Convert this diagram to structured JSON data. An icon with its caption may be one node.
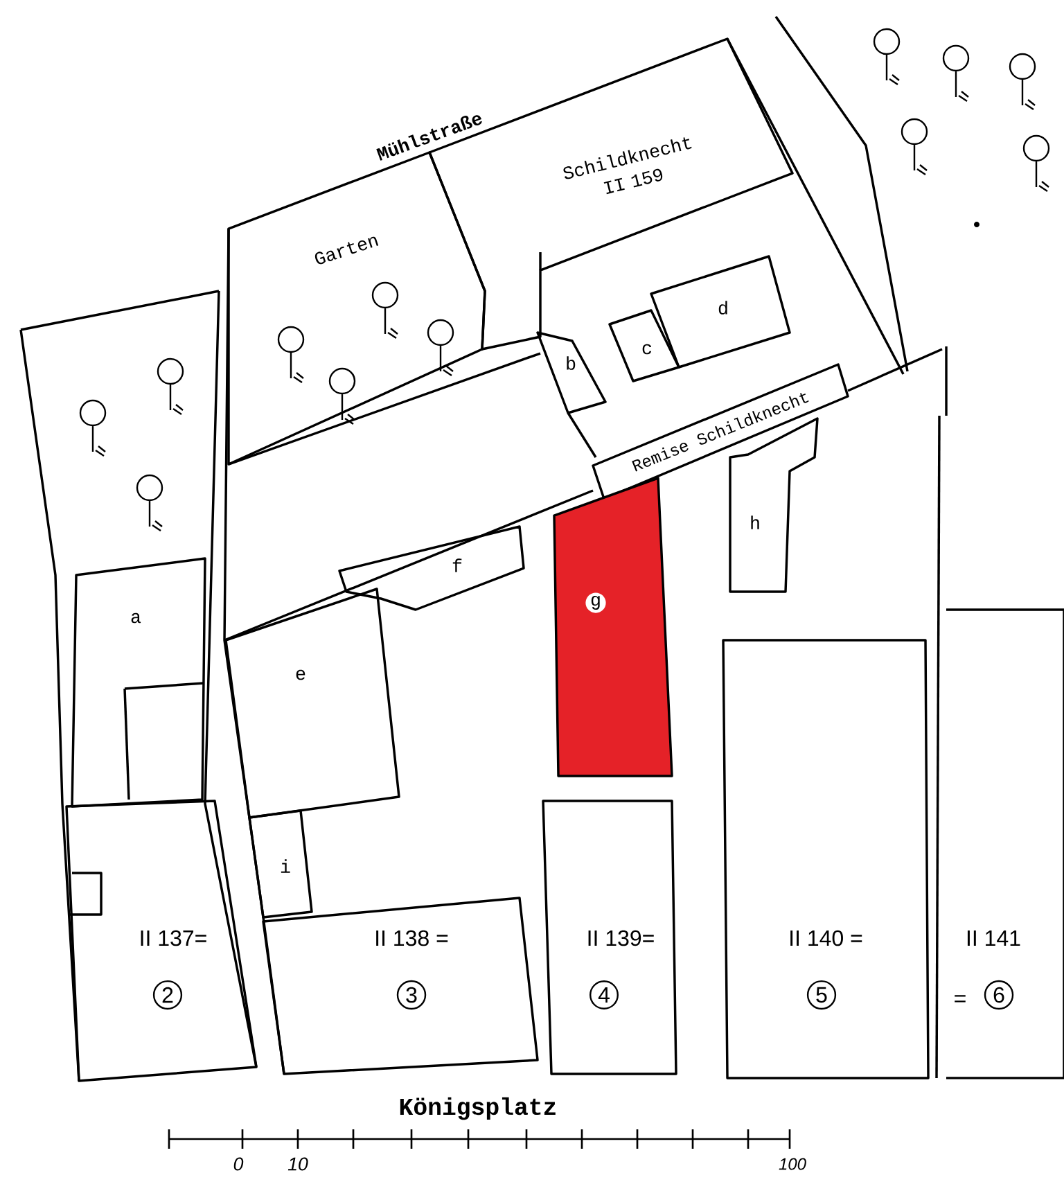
{
  "diagram": {
    "nodes": [
      {
        "text": [
          "Garten"
        ]
      },
      {
        "text": [
          "Schildknecht II 159"
        ]
      },
      {
        "text": [
          "b"
        ]
      },
      {
        "text": [
          "c"
        ]
      },
      {
        "text": [
          "d"
        ]
      },
      {
        "text": [
          "Remise Schildknecht"
        ]
      },
      {
        "text": [
          "g"
        ]
      },
      {
        "text": [
          "h"
        ]
      },
      {
        "text": [
          "f"
        ]
      },
      {
        "text": [
          "a"
        ]
      },
      {
        "text": [
          "e"
        ]
      },
      {
        "text": [
          "i"
        ]
      },
      {
        "text": [
          "II 137=",
          "2"
        ]
      },
      {
        "text": [
          "II 138 =",
          "3"
        ]
      },
      {
        "text": [
          "II 139=",
          "4"
        ]
      },
      {
        "text": [
          "II 140 =",
          "5"
        ]
      },
      {
        "text": [
          "II 141",
          "=",
          "6"
        ]
      }
    ],
    "labels": [
      "Mühlstraße",
      "Königsplatz",
      "0",
      "10",
      "100"
    ]
  }
}
